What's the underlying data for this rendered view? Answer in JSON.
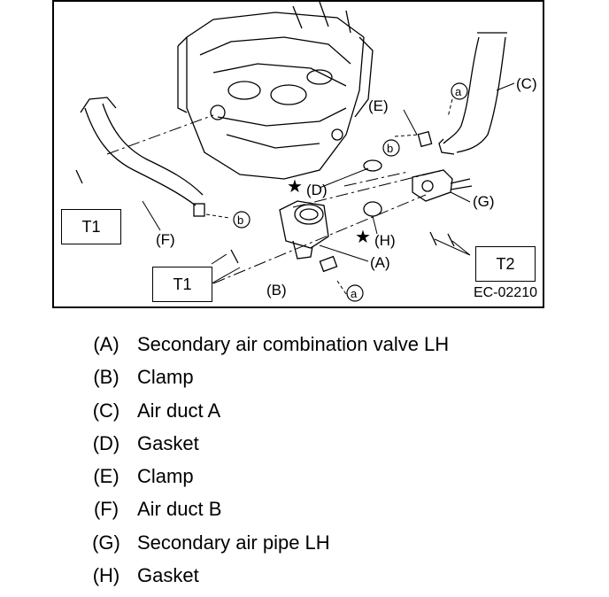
{
  "diagram": {
    "figure_id": "EC-02210",
    "callouts": [
      {
        "key": "A",
        "label": "(A)"
      },
      {
        "key": "B",
        "label": "(B)"
      },
      {
        "key": "C",
        "label": "(C)"
      },
      {
        "key": "D",
        "label": "(D)"
      },
      {
        "key": "E",
        "label": "(E)"
      },
      {
        "key": "F",
        "label": "(F)"
      },
      {
        "key": "G",
        "label": "(G)"
      },
      {
        "key": "H",
        "label": "(H)"
      }
    ],
    "torque_boxes": [
      "T1",
      "T1",
      "T2"
    ],
    "markers": [
      "a",
      "a",
      "b",
      "b"
    ],
    "star_symbol": "★"
  },
  "legend": [
    {
      "code": "(A)",
      "text": "Secondary air combination valve LH"
    },
    {
      "code": "(B)",
      "text": "Clamp"
    },
    {
      "code": "(C)",
      "text": "Air duct A"
    },
    {
      "code": "(D)",
      "text": "Gasket"
    },
    {
      "code": "(E)",
      "text": "Clamp"
    },
    {
      "code": "(F)",
      "text": "Air duct B"
    },
    {
      "code": "(G)",
      "text": "Secondary air pipe LH"
    },
    {
      "code": "(H)",
      "text": "Gasket"
    }
  ]
}
